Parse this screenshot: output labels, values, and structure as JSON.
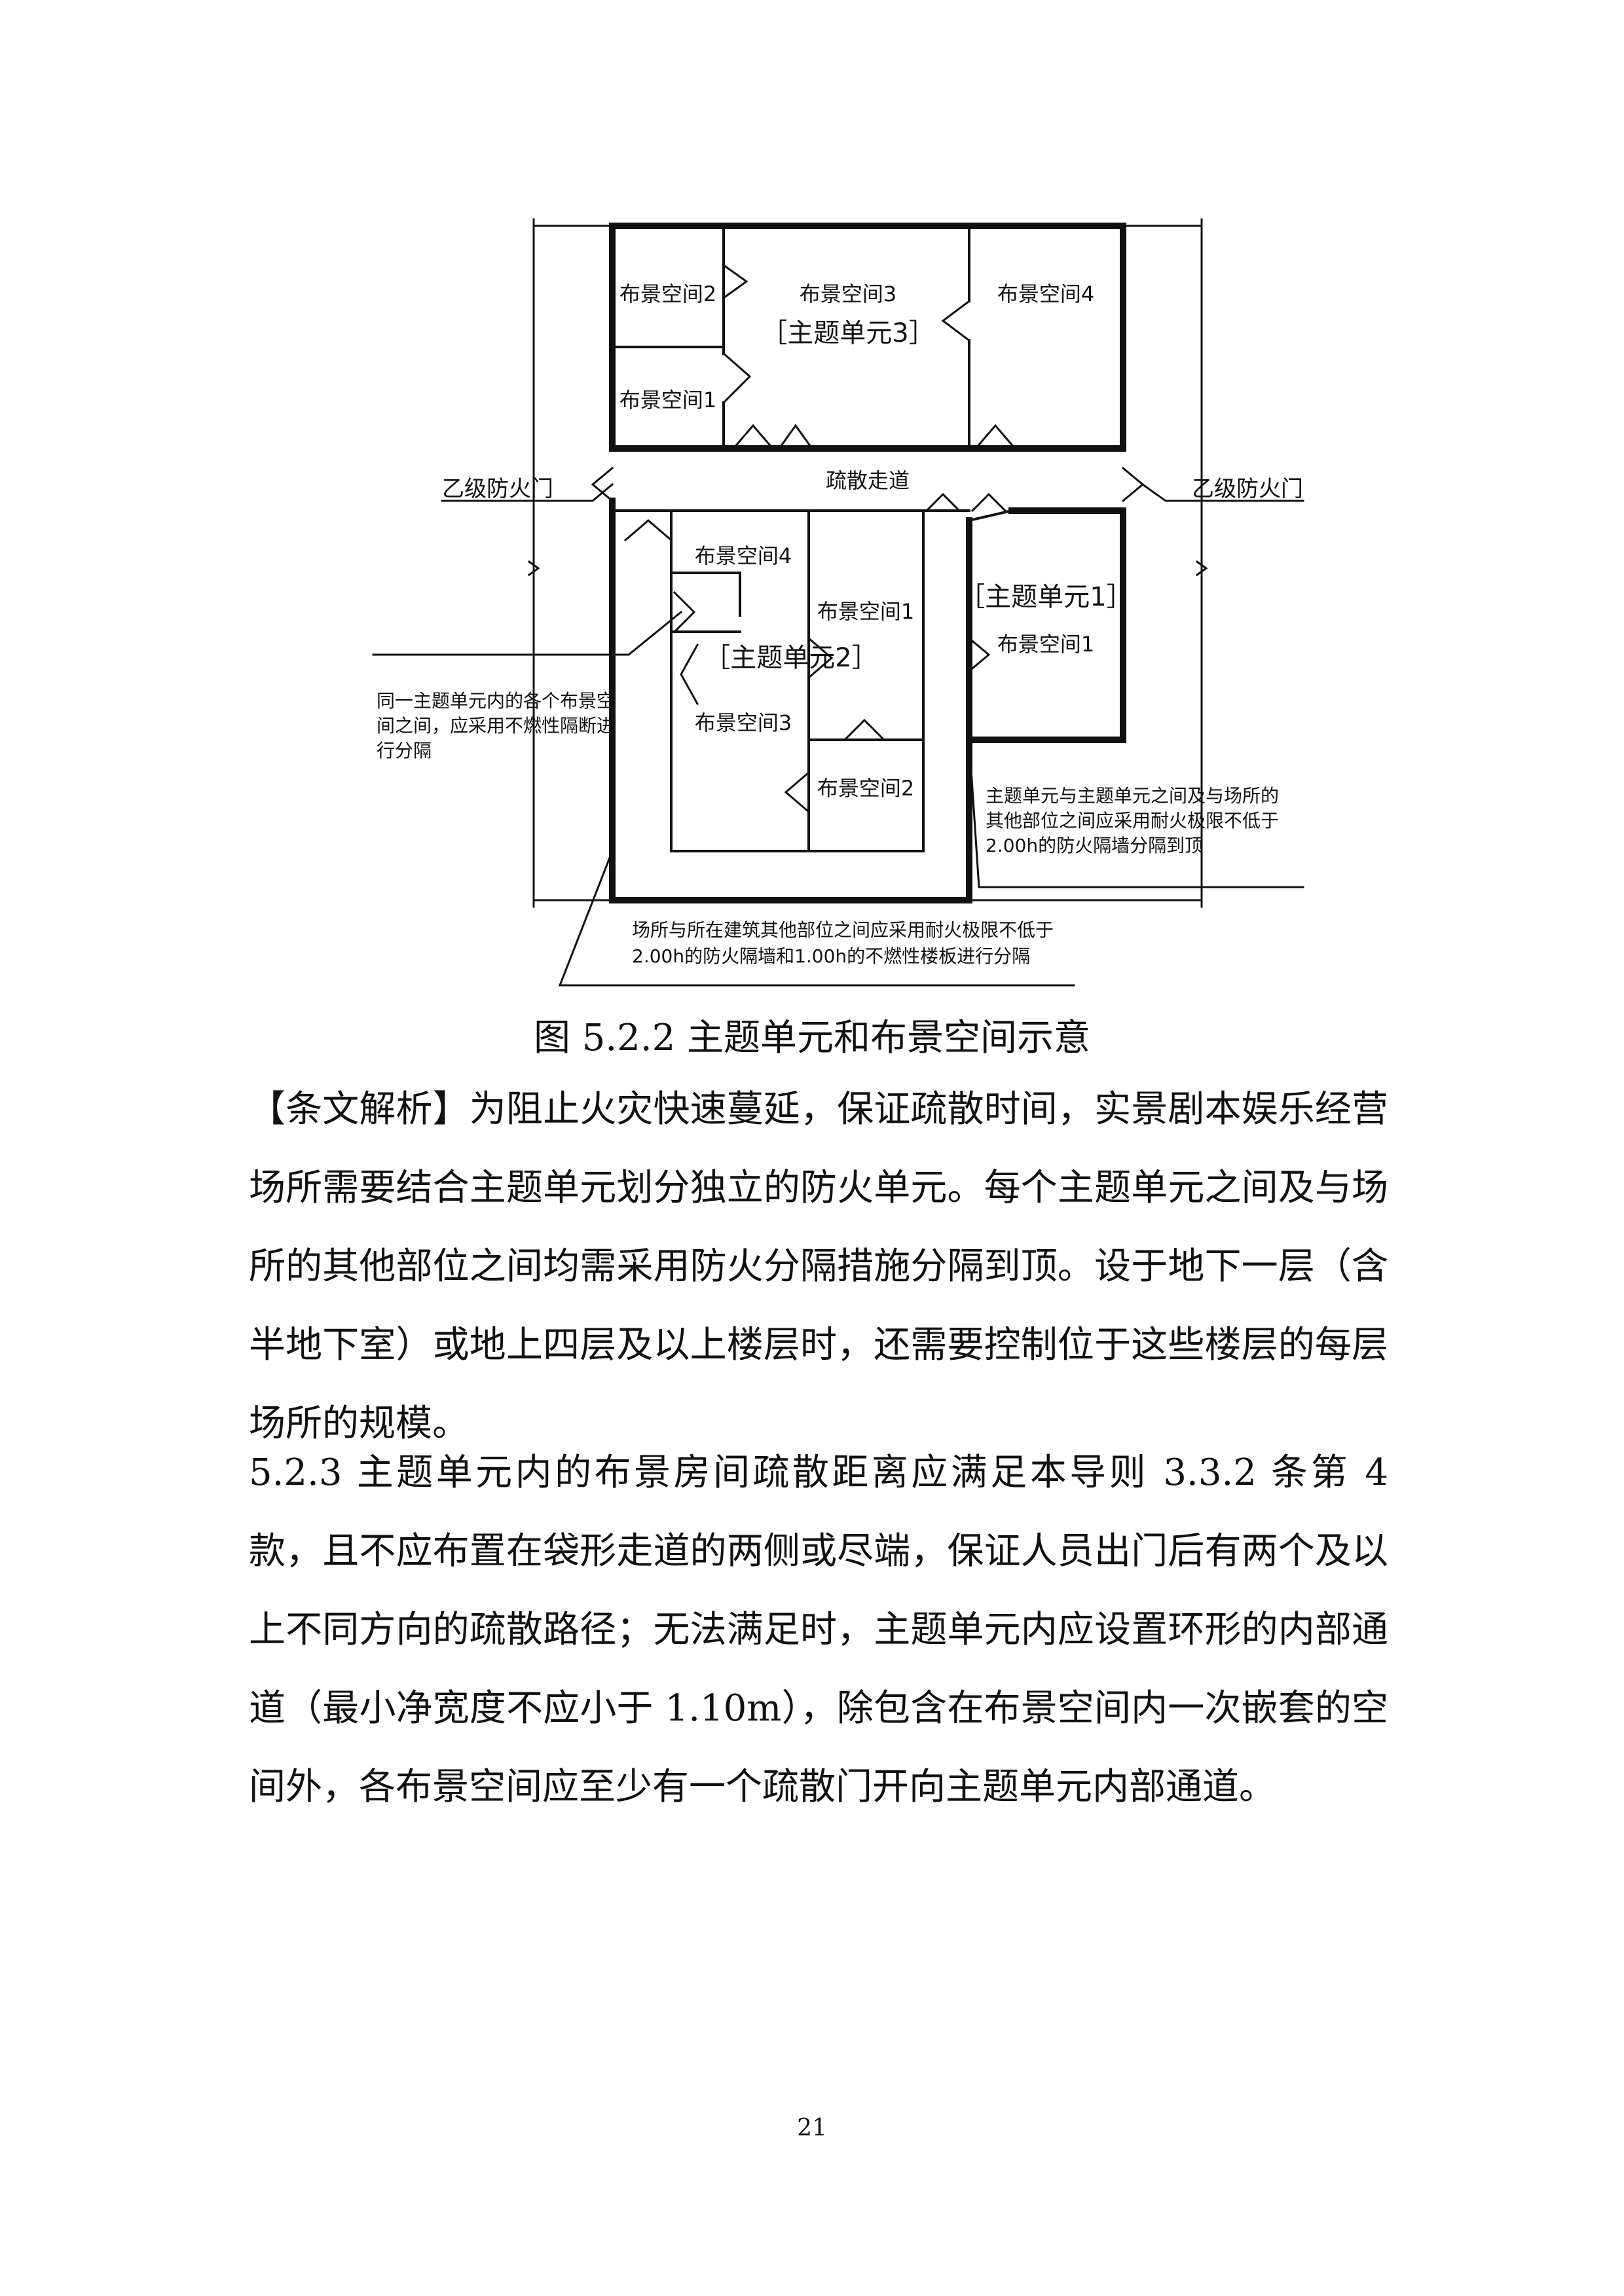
{
  "figure": {
    "rooms": {
      "u3_room2": "布景空间2",
      "u3_room3": "布景空间3",
      "u3_unit": "［主题单元3］",
      "u3_room4": "布景空间4",
      "u3_room1": "布景空间1",
      "corridor": "疏散走道",
      "u2_room4": "布景空间4",
      "u2_room1": "布景空间1",
      "u2_unit": "［主题单元2］",
      "u2_room3": "布景空间3",
      "u2_room2": "布景空间2",
      "u1_unit": "［主题单元1］",
      "u1_room1": "布景空间1"
    },
    "labels": {
      "door_left": "乙级防火门",
      "door_right": "乙级防火门"
    },
    "notes": {
      "left_line1": "同一主题单元内的各个布景空",
      "left_line2": "间之间，应采用不燃性隔断进",
      "left_line3": "行分隔",
      "right_line1": "主题单元与主题单元之间及与场所的",
      "right_line2": "其他部位之间应采用耐火极限不低于",
      "right_line3": "2.00h的防火隔墙分隔到顶",
      "bottom_line1": "场所与所在建筑其他部位之间应采用耐火极限不低于",
      "bottom_line2": "2.00h的防火隔墙和1.00h的不燃性楼板进行分隔"
    },
    "caption": "图 5.2.2 主题单元和布景空间示意"
  },
  "paragraphs": {
    "analysis": "【条文解析】为阻止火灾快速蔓延，保证疏散时间，实景剧本娱乐经营场所需要结合主题单元划分独立的防火单元。每个主题单元之间及与场所的其他部位之间均需采用防火分隔措施分隔到顶。设于地下一层（含半地下室）或地上四层及以上楼层时，还需要控制位于这些楼层的每层场所的规模。",
    "clause": "5.2.3 主题单元内的布景房间疏散距离应满足本导则 3.3.2 条第 4 款，且不应布置在袋形走道的两侧或尽端，保证人员出门后有两个及以上不同方向的疏散路径；无法满足时，主题单元内应设置环形的内部通道（最小净宽度不应小于 1.10m），除包含在布景空间内一次嵌套的空间外，各布景空间应至少有一个疏散门开向主题单元内部通道。"
  },
  "page_number": "21"
}
